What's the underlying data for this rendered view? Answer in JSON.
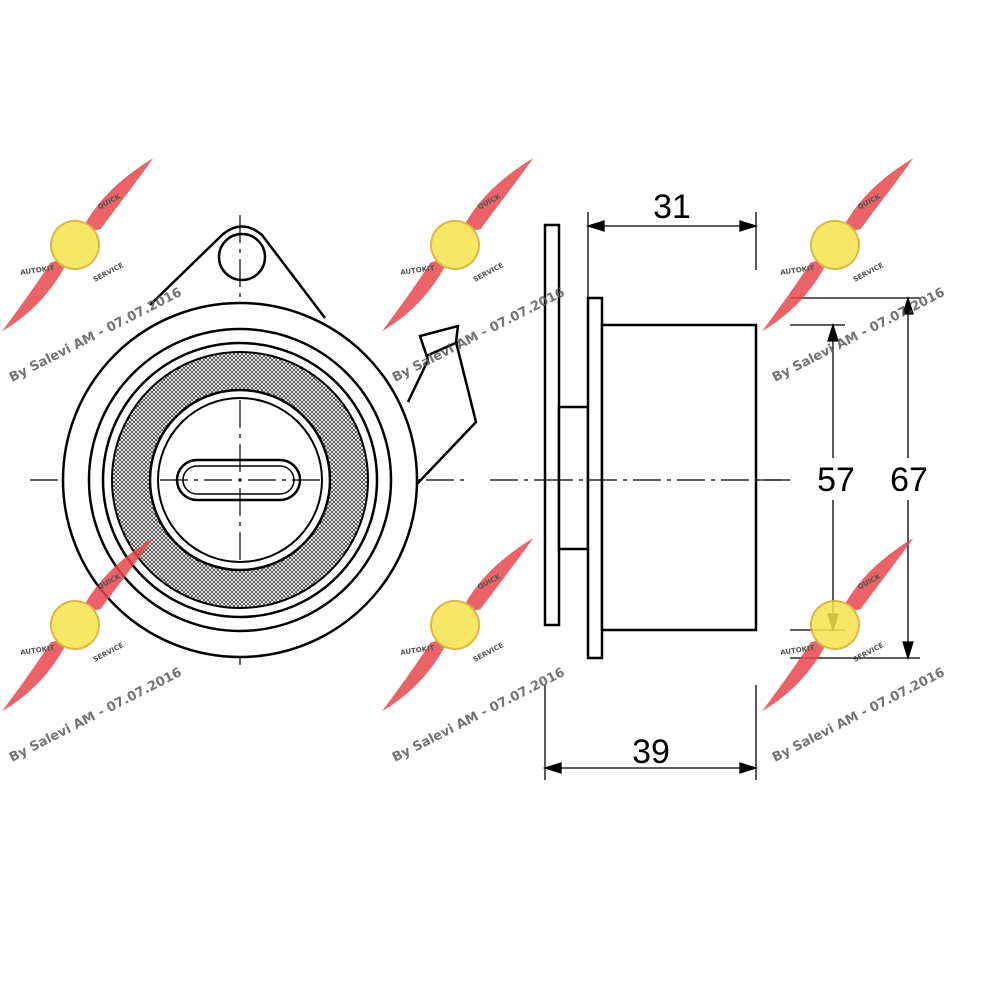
{
  "dimensions": {
    "d31": "31",
    "d39": "39",
    "d57": "57",
    "d67": "67"
  },
  "watermark": {
    "text": "By Salevi AM - 07.07.2016",
    "logo_top": "AUTOKIT",
    "logo_right": "QUICK",
    "logo_bottom": "SERVICE",
    "wing_color": "#e8474f",
    "badge_color": "#f7e24a"
  }
}
